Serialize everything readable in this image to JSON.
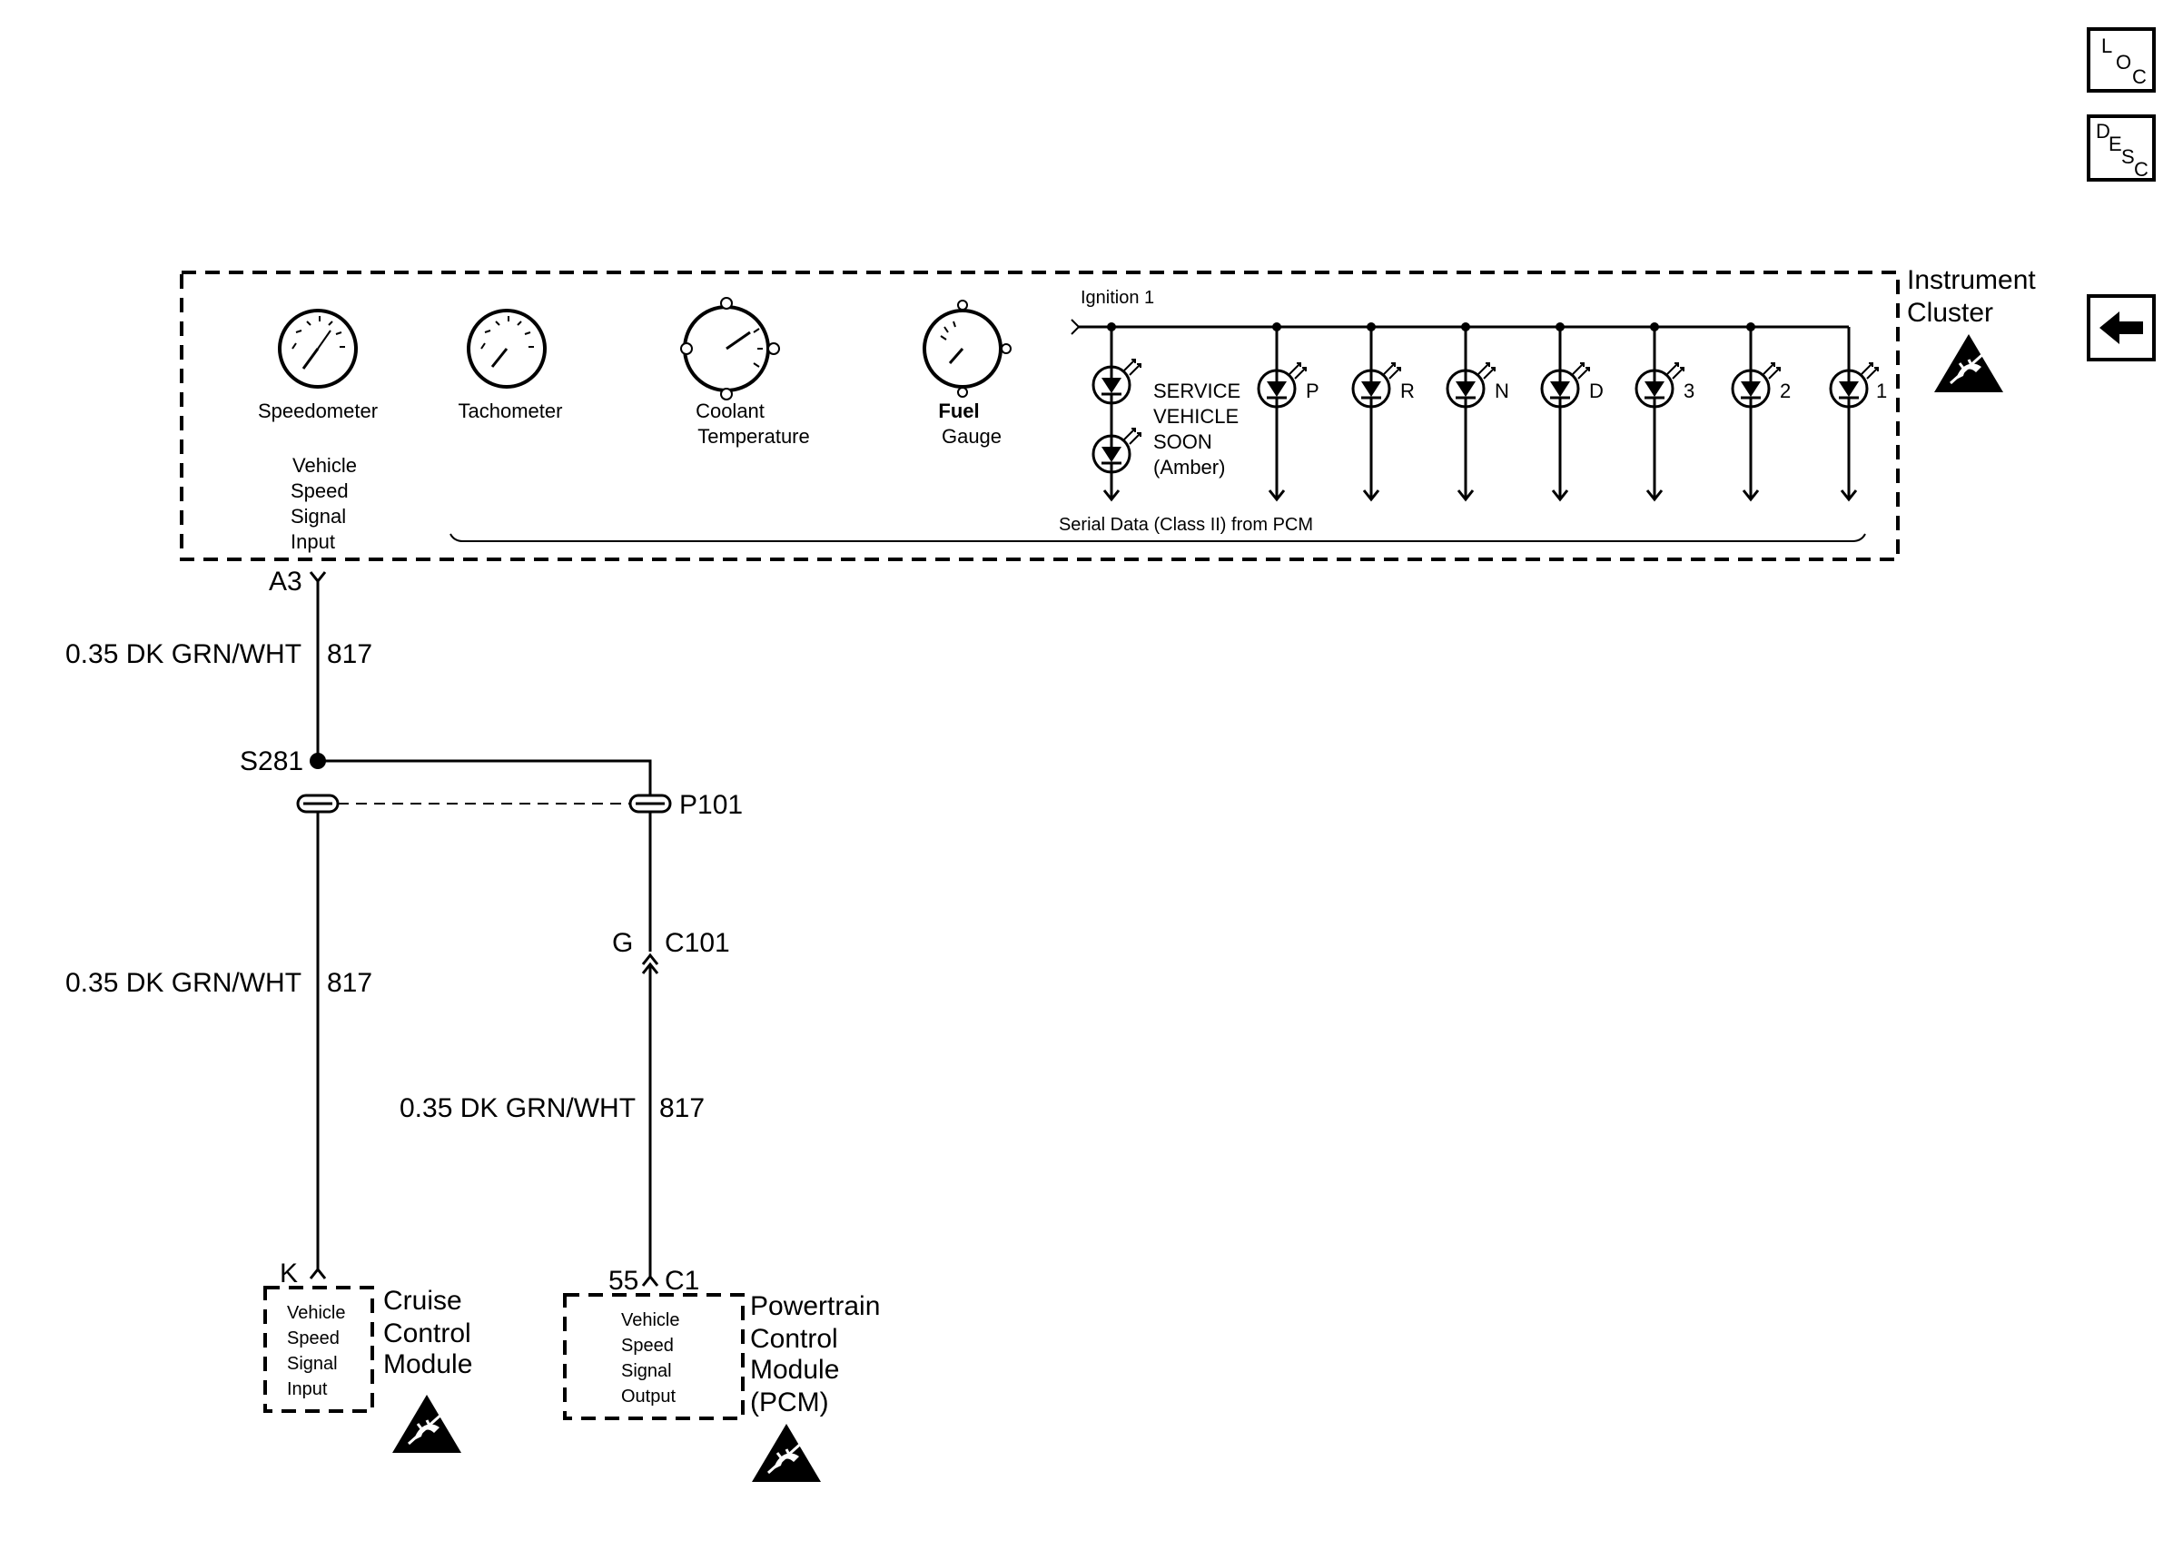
{
  "nav": {
    "loc": {
      "l1": "L",
      "l2": "O",
      "l3": "C"
    },
    "desc": {
      "l1": "D",
      "l2": "E",
      "l3": "S",
      "l4": "C"
    },
    "back_icon": "left-arrow-icon"
  },
  "instrument_cluster": {
    "title_line1": "Instrument",
    "title_line2": "Cluster",
    "gauges": {
      "speedometer": "Speedometer",
      "tachometer": "Tachometer",
      "coolant_line1": "Coolant",
      "coolant_line2": "Temperature",
      "fuel_line1": "Fuel",
      "fuel_line2": "Gauge"
    },
    "vss_input": {
      "l1": "Vehicle",
      "l2": "Speed",
      "l3": "Signal",
      "l4": "Input"
    },
    "ignition": "Ignition 1",
    "service": {
      "l1": "SERVICE",
      "l2": "VEHICLE",
      "l3": "SOON",
      "l4": "(Amber)"
    },
    "prndl": [
      "P",
      "R",
      "N",
      "D",
      "3",
      "2",
      "1"
    ],
    "serial_data": "Serial Data (Class II) from PCM",
    "esd_icon": "esd-sensitive-icon"
  },
  "circuit": {
    "a3": "A3",
    "wire1": "0.35 DK GRN/WHT",
    "wire1_num": "817",
    "splice": "S281",
    "pass": "P101",
    "wire2": "0.35 DK GRN/WHT",
    "wire2_num": "817",
    "g": "G",
    "c101": "C101",
    "wire3": "0.35 DK GRN/WHT",
    "wire3_num": "817",
    "k": "K",
    "pin55": "55",
    "c1": "C1"
  },
  "cruise_module": {
    "inner": {
      "l1": "Vehicle",
      "l2": "Speed",
      "l3": "Signal",
      "l4": "Input"
    },
    "name": {
      "l1": "Cruise",
      "l2": "Control",
      "l3": "Module"
    }
  },
  "pcm": {
    "inner": {
      "l1": "Vehicle",
      "l2": "Speed",
      "l3": "Signal",
      "l4": "Output"
    },
    "name": {
      "l1": "Powertrain",
      "l2": "Control",
      "l3": "Module",
      "l4": "(PCM)"
    }
  }
}
